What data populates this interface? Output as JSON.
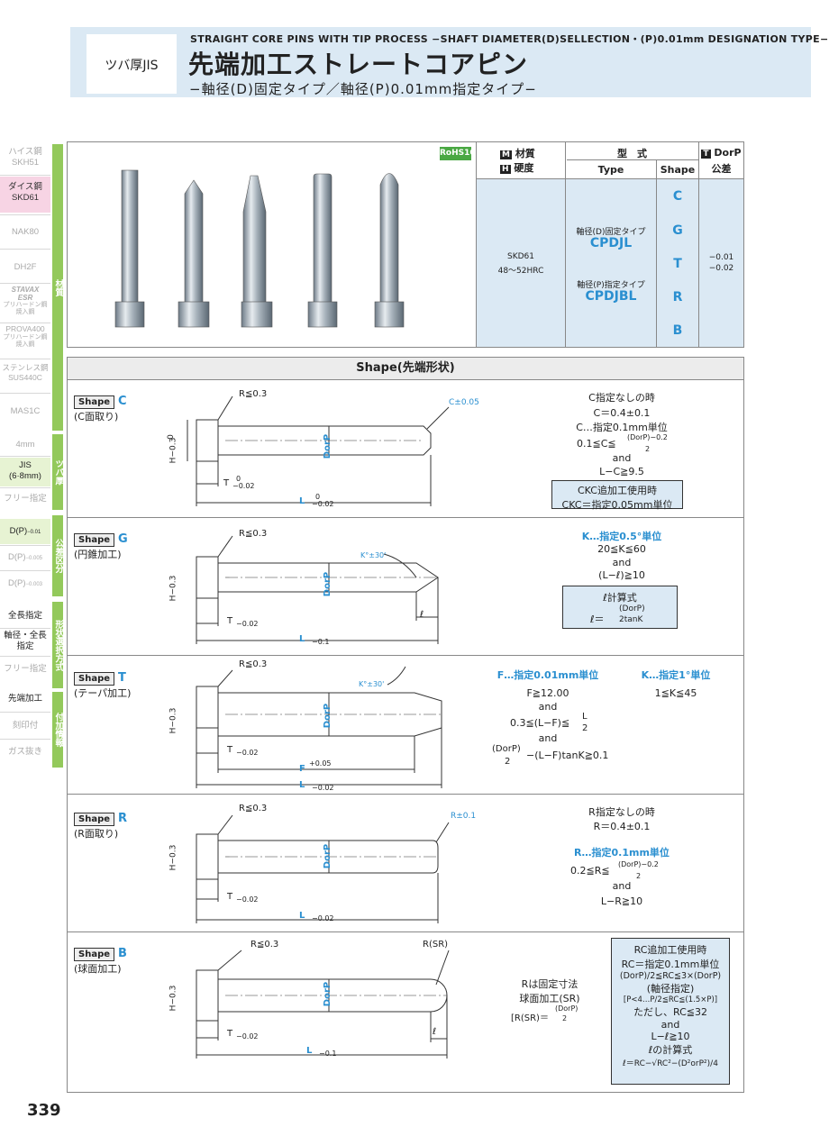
{
  "header": {
    "badge": "ツバ厚JIS",
    "en": "STRAIGHT CORE PINS WITH TIP PROCESS −SHAFT DIAMETER(D)SELLECTION・(P)0.01mm DESIGNATION TYPE−",
    "title": "先端加工ストレートコアピン",
    "subtitle": "−軸径(D)固定タイプ／軸径(P)0.01mm指定タイプ−"
  },
  "sidebar": {
    "items": [
      {
        "label": "ハイス鋼"
      },
      {
        "label": "SKH51"
      },
      {
        "label": "ダイス鋼"
      },
      {
        "label": "SKD61"
      },
      {
        "label": "NAK80"
      },
      {
        "label": "DH2F"
      },
      {
        "label": "STAVAX"
      },
      {
        "label": "ESR"
      },
      {
        "label": "プリハードン鋼"
      },
      {
        "label": "焼入鋼"
      },
      {
        "label": "PROVA400"
      },
      {
        "label": "プリハードン鋼"
      },
      {
        "label": "焼入鋼"
      },
      {
        "label": "ステンレス鋼"
      },
      {
        "label": "SUS440C"
      },
      {
        "label": "MAS1C"
      },
      {
        "label": "4mm"
      },
      {
        "label": "JIS"
      },
      {
        "label": "(6·8mm)"
      },
      {
        "label": "フリー指定"
      },
      {
        "label": "D(P)"
      },
      {
        "label": "−0.01"
      },
      {
        "label": "−0.02"
      },
      {
        "label": "D(P)"
      },
      {
        "label": "0"
      },
      {
        "label": "−0.005"
      },
      {
        "label": "D(P)"
      },
      {
        "label": "0"
      },
      {
        "label": "−0.003"
      },
      {
        "label": "全長指定"
      },
      {
        "label": "軸径・全長"
      },
      {
        "label": "指定"
      },
      {
        "label": "フリー指定"
      },
      {
        "label": "先端加工"
      },
      {
        "label": "刻印付"
      },
      {
        "label": "ガス抜き"
      }
    ],
    "tabs": [
      {
        "label": "材質"
      },
      {
        "label": "ツバ厚"
      },
      {
        "label": "公差区分"
      },
      {
        "label": "形状選択方式"
      },
      {
        "label": "付加情報"
      }
    ]
  },
  "product": {
    "rohs": "RoHS10",
    "col_material_icon_m": "M",
    "col_material": "材質",
    "col_hardness_icon_h": "H",
    "col_hardness": "硬度",
    "col_model": "型　式",
    "col_type": "Type",
    "col_shape": "Shape",
    "col_tol_icon": "T",
    "col_tol": "DorP",
    "col_tol2": "公差",
    "material": "SKD61",
    "hardness": "48〜52HRC",
    "type1_note": "軸径(D)固定タイプ",
    "type1": "CPDJL",
    "type2_note": "軸径(P)指定タイプ",
    "type2": "CPDJBL",
    "shapes": [
      "C",
      "G",
      "T",
      "R",
      "B"
    ],
    "tol1": "−0.01",
    "tol2": "−0.02"
  },
  "shape_section": {
    "title": "Shape(先端形状)",
    "tag": "Shape"
  },
  "common": {
    "r03": "R≦0.3",
    "h": "H",
    "h_tol": "−0.3",
    "h_tol_top": "0",
    "t": "T",
    "t_tol": "−0.02",
    "t_tol_top": "0",
    "l": "L",
    "l_tol1": "−0.02",
    "l_tol2": "−0.1",
    "zero": "0",
    "dorp": "DorP",
    "ell": "ℓ"
  },
  "shapeC": {
    "letter": "C",
    "jp": "(C面取り)",
    "tip": "C±0.05",
    "r1": "C指定なしの時",
    "r2": "C＝0.4±0.1",
    "r3": "C…指定0.1mm単位",
    "r4a": "0.1≦C≦",
    "r4b": "(DorP)−0.2",
    "r4c": "2",
    "r5": "and",
    "r6": "L−C≧9.5",
    "box1": "CKC追加工使用時",
    "box2": "CKC＝指定0.05mm単位"
  },
  "shapeG": {
    "letter": "G",
    "jp": "(円錐加工)",
    "tip": "K°±30'",
    "r1": "K…指定0.5°単位",
    "r2": "20≦K≦60",
    "r3": "and",
    "r4": "(L−ℓ)≧10",
    "box1": "ℓ計算式",
    "box2a": "ℓ＝",
    "box2b": "(DorP)",
    "box2c": "2tanK"
  },
  "shapeT": {
    "letter": "T",
    "jp": "(テーパ加工)",
    "tip": "K°±30'",
    "f": "F",
    "f_tol": "+0.05",
    "f_tol2": "0",
    "r1": "F…指定0.01mm単位",
    "r2": "F≧12.00",
    "r3": "and",
    "r4": "0.3≦(L−F)≦",
    "r4b": "L",
    "r4c": "2",
    "r5": "and",
    "r6a": "(DorP)",
    "r6b": "2",
    "r6c": "−(L−F)tanK≧0.1",
    "k1": "K…指定1°単位",
    "k2": "1≦K≦45"
  },
  "shapeR": {
    "letter": "R",
    "jp": "(R面取り)",
    "tip": "R±0.1",
    "r1": "R指定なしの時",
    "r2": "R＝0.4±0.1",
    "r3": "R…指定0.1mm単位",
    "r4a": "0.2≦R≦",
    "r4b": "(DorP)−0.2",
    "r4c": "2",
    "r5": "and",
    "r6": "L−R≧10"
  },
  "shapeB": {
    "letter": "B",
    "jp": "(球面加工)",
    "tip": "R(SR)",
    "m1": "Rは固定寸法",
    "m2": "球面加工(SR)",
    "m3a": "[R(SR)＝",
    "m3b": "(DorP)",
    "m3c": "2",
    "box1": "RC追加工使用時",
    "box2": "RC＝指定0.1mm単位",
    "box3": "(DorP)/2≦RC≦3×(DorP)",
    "box4": "(軸径指定)",
    "box5": "[P<4…P/2≦RC≦(1.5×P)]",
    "box6": "ただし、RC≦32",
    "box7": "and",
    "box8": "L−ℓ≧10",
    "box9": "ℓの計算式",
    "box10": "ℓ＝RC−√RC²−(D²orP²)/4"
  },
  "page_number": "339"
}
